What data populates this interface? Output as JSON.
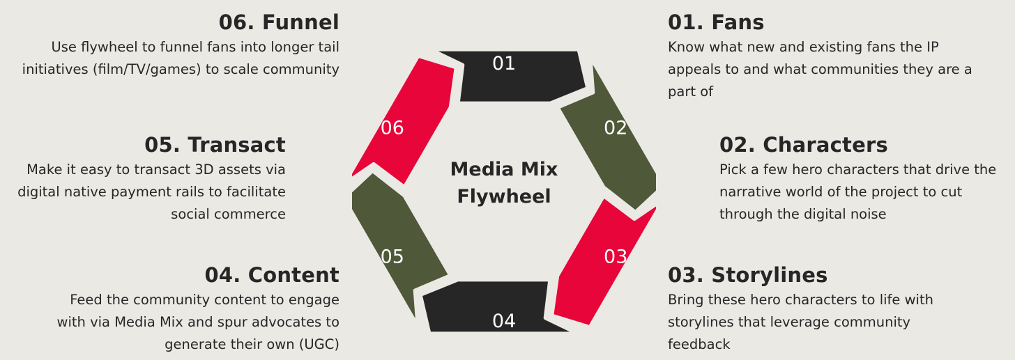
{
  "center": {
    "line1": "Media Mix",
    "line2": "Flywheel"
  },
  "colors": {
    "background": "#ebe9e4",
    "dark": "#262626",
    "olive": "#4f5838",
    "red": "#e8053a"
  },
  "segments": [
    {
      "num": "01",
      "color": "#262626"
    },
    {
      "num": "02",
      "color": "#4f5838"
    },
    {
      "num": "03",
      "color": "#e8053a"
    },
    {
      "num": "04",
      "color": "#262626"
    },
    {
      "num": "05",
      "color": "#4f5838"
    },
    {
      "num": "06",
      "color": "#e8053a"
    }
  ],
  "steps": {
    "s01": {
      "title": "01. Fans",
      "lines": [
        "Know what new and existing fans the IP",
        "appeals to and what communities they are a",
        "part of"
      ]
    },
    "s02": {
      "title": "02. Characters",
      "lines": [
        "Pick a few hero characters that drive the",
        "narrative world of the project to cut",
        "through the digital noise"
      ]
    },
    "s03": {
      "title": "03. Storylines",
      "lines": [
        "Bring these hero characters to life with",
        "storylines that leverage community",
        "feedback"
      ]
    },
    "s04": {
      "title": "04. Content",
      "lines": [
        "Feed the community content to engage",
        "with via Media Mix and spur advocates to",
        "generate their own (UGC)"
      ]
    },
    "s05": {
      "title": "05. Transact",
      "lines": [
        "Make it easy to transact 3D assets via",
        "digital native payment rails to facilitate",
        "social commerce"
      ]
    },
    "s06": {
      "title": "06. Funnel",
      "lines": [
        "Use flywheel to funnel fans into longer tail",
        "initiatives (film/TV/games) to scale community"
      ]
    }
  }
}
